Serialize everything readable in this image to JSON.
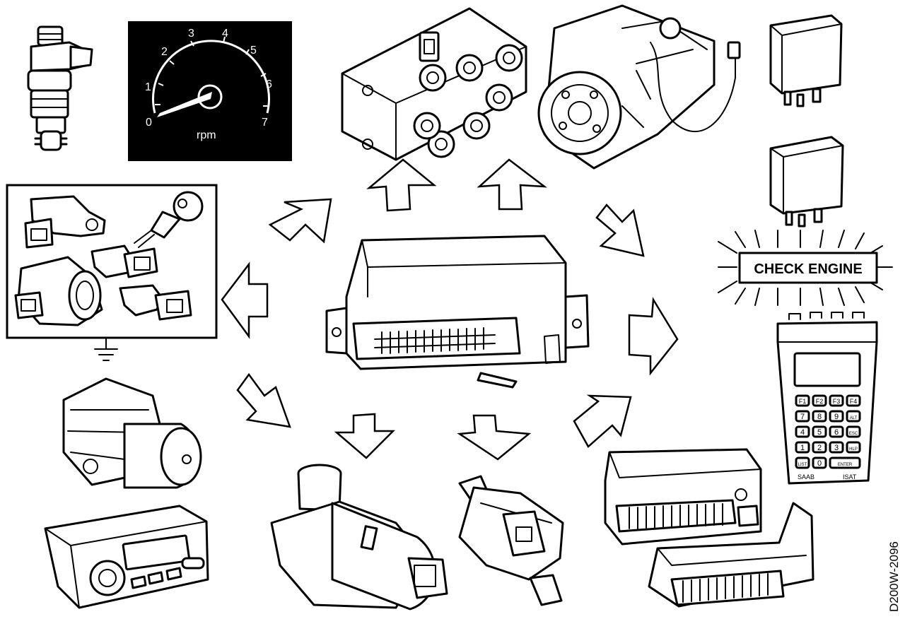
{
  "tachometer": {
    "scale": [
      "0",
      "1",
      "2",
      "3",
      "4",
      "5",
      "6",
      "7"
    ],
    "unit": "rpm"
  },
  "warning_lamp": {
    "label": "CHECK ENGINE"
  },
  "tester": {
    "brand": "SAAB",
    "model": "ISAT",
    "keys": [
      "F1",
      "F2",
      "F3",
      "F4",
      "7",
      "8",
      "9",
      "ALT",
      "4",
      "5",
      "6",
      "ESC",
      "1",
      "2",
      "3",
      "HLP",
      "LIST",
      "0",
      "ENTER"
    ]
  },
  "figure_code": "D200W-2096",
  "colors": {
    "ink": "#000000",
    "paper": "#ffffff"
  }
}
